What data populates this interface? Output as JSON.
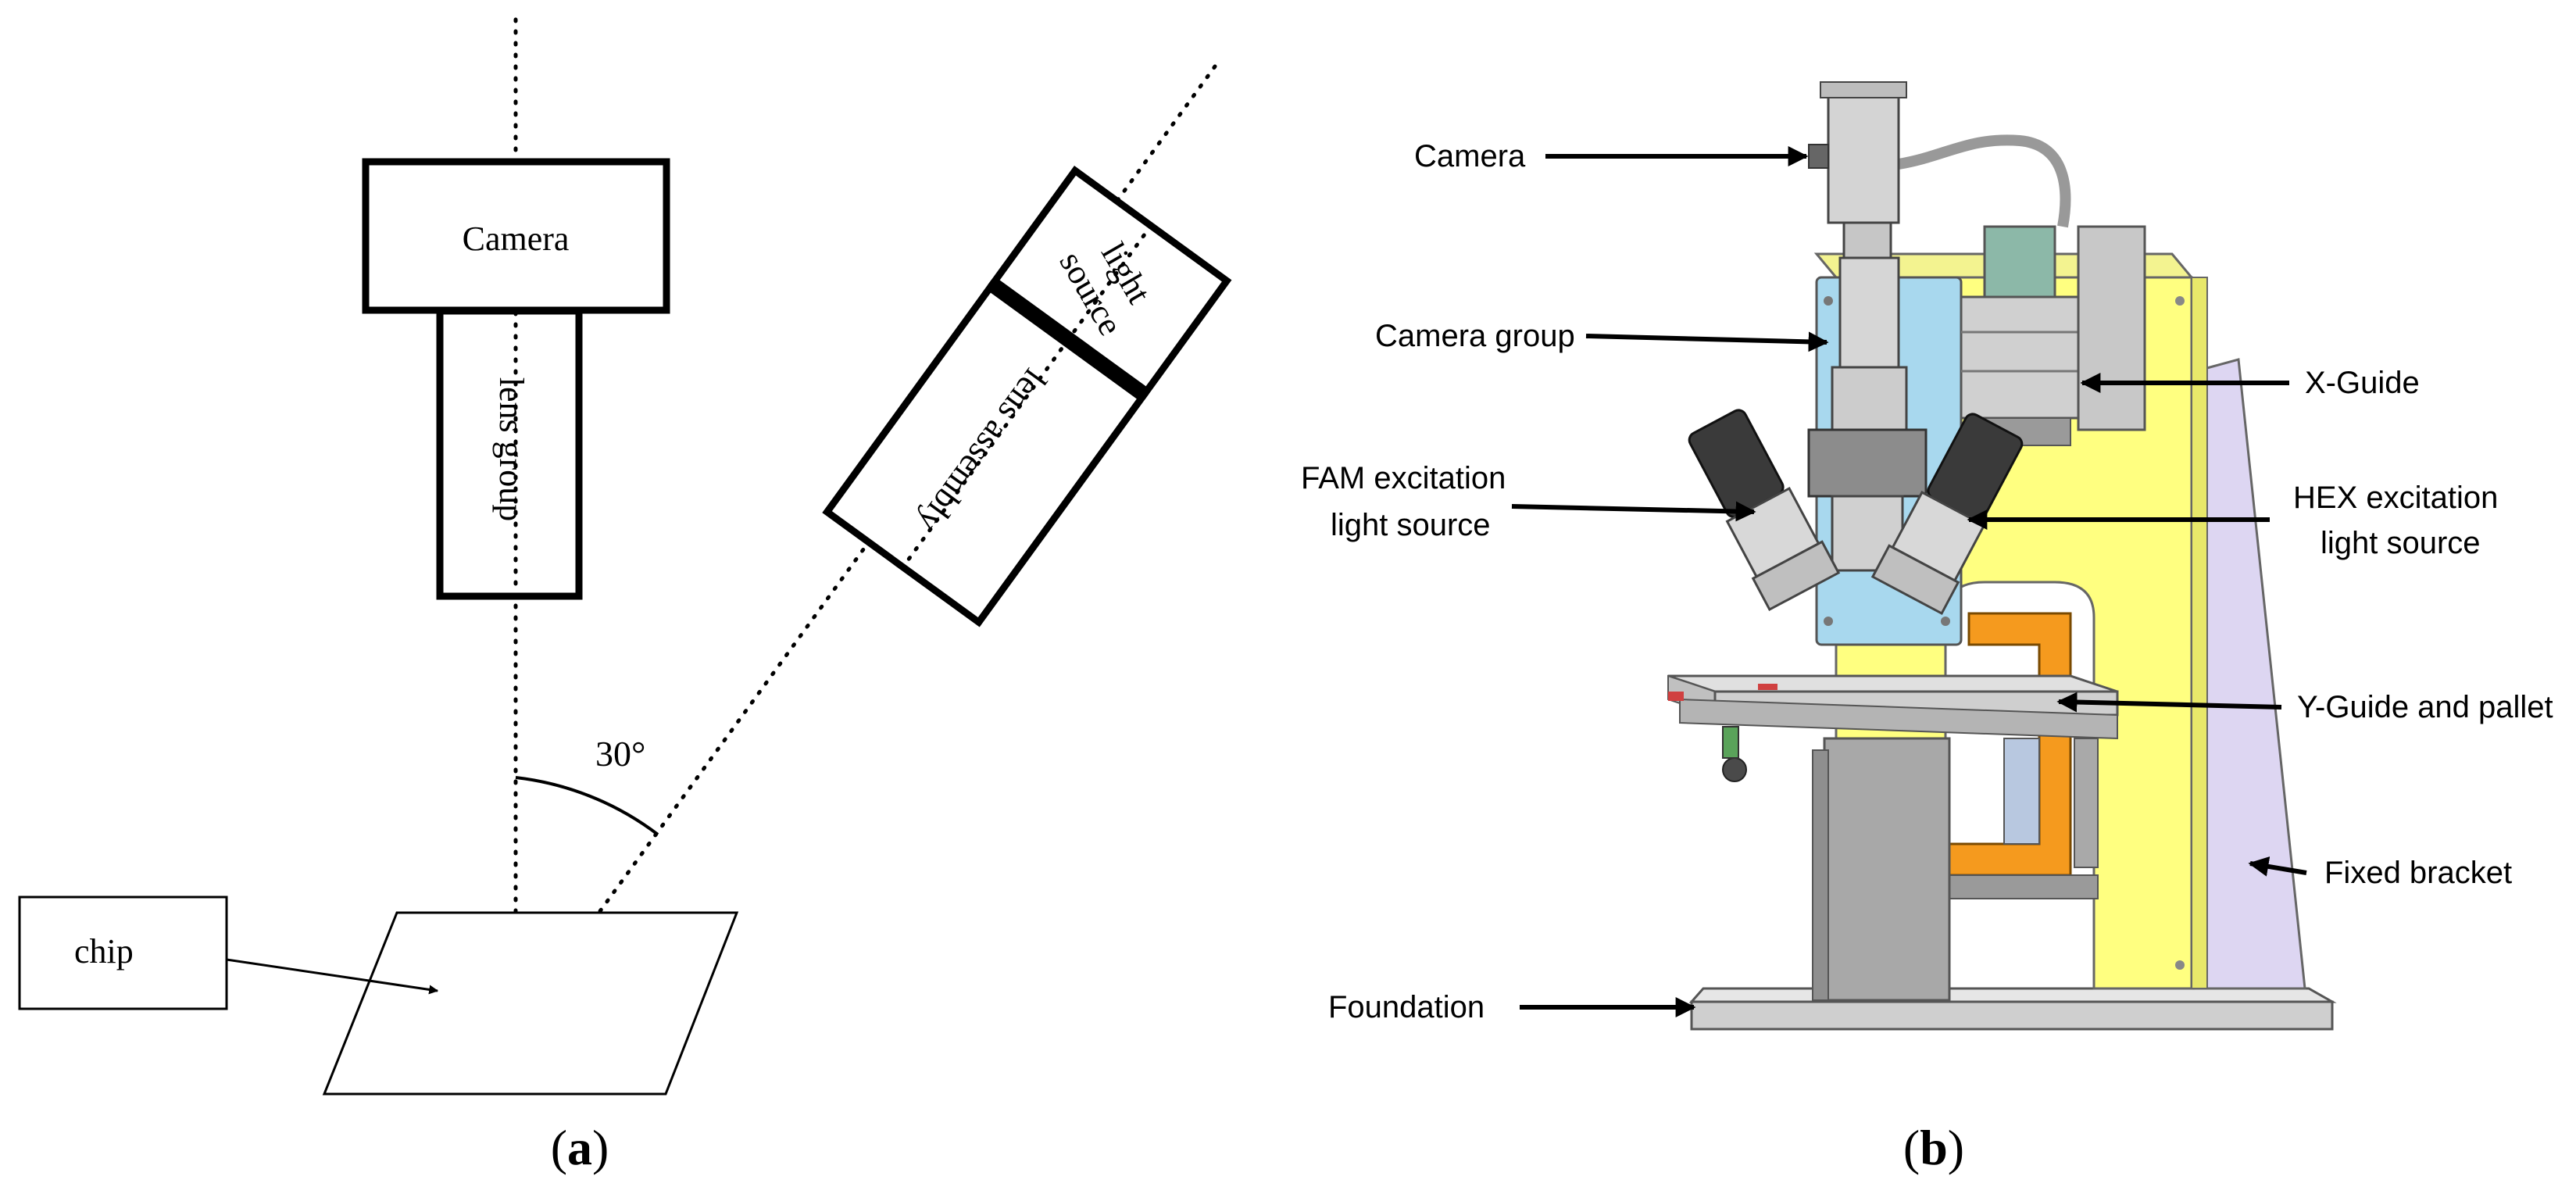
{
  "panel_a": {
    "caption_open": "(",
    "caption_letter": "a",
    "caption_close": ")",
    "camera_label": "Camera",
    "lens_group_label": "lens group",
    "light_source_line1": "light",
    "light_source_line2": "source",
    "lens_assembly_label": "lens assembly",
    "angle_label": "30°",
    "chip_label": "chip"
  },
  "panel_b": {
    "caption_open": "(",
    "caption_letter": "b",
    "caption_close": ")",
    "labels": {
      "camera": "Camera",
      "camera_group": "Camera group",
      "x_guide": "X-Guide",
      "fam_line1": "FAM excitation",
      "fam_line2": "light source",
      "hex_line1": "HEX excitation",
      "hex_line2": "light source",
      "y_guide": "Y-Guide and pallet",
      "fixed_bracket": "Fixed bracket",
      "foundation": "Foundation"
    }
  },
  "colors": {
    "line": "#000000",
    "frame_yellow": "#ffff80",
    "plate_blue": "#a8d8ee",
    "bracket_lavender": "#ddd6f2",
    "frame_orange": "#f59a1e",
    "metal_gray": "#b4b4b4",
    "dark_gray": "#8c8c8c"
  }
}
